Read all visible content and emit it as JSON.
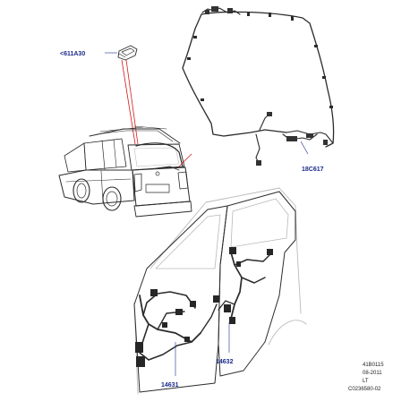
{
  "callouts": {
    "sensor_part": "<611A30",
    "tailgate_harness": "18C617",
    "front_door_harness": "14631",
    "rear_door_harness": "14632"
  },
  "reference": {
    "code": "41B0115",
    "date": "08-2011",
    "region": "LT",
    "image_id": "C0236580-02"
  },
  "colors": {
    "callout_text": "#1a2a8a",
    "leader_red": "#d21a1a",
    "line_art": "#2b2b2b"
  }
}
